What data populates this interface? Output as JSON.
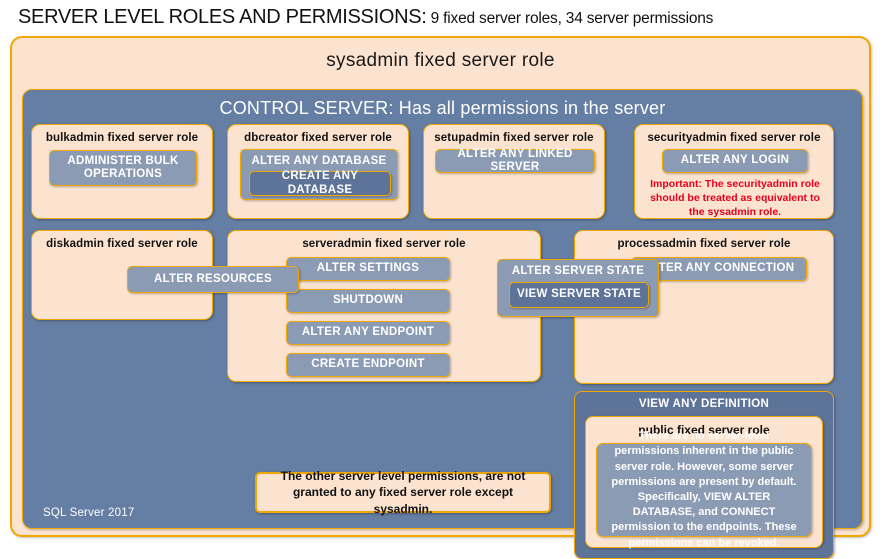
{
  "title": {
    "main": "SERVER LEVEL ROLES AND PERMISSIONS:",
    "sub": " 9 fixed server roles, 34 server permissions"
  },
  "sysadmin": {
    "label": "sysadmin  fixed  server  role"
  },
  "control_server": {
    "label": "CONTROL SERVER: Has all permissions in the server",
    "version": "SQL Server 2017"
  },
  "roles": {
    "bulkadmin": {
      "label": "bulkadmin  fixed server role",
      "permission": "ADMINISTER  BULK OPERATIONS"
    },
    "dbcreator": {
      "label": "dbcreator fixed server role",
      "permission_outer": "ALTER ANY DATABASE",
      "permission_inner": "CREATE  ANY DATABASE"
    },
    "setupadmin": {
      "label": "setupadmin fixed server role",
      "permission": "ALTER ANY LINKED SERVER"
    },
    "securityadmin": {
      "label": "securityadmin  fixed server role",
      "permission": "ALTER ANY LOGIN",
      "note": "Important:  The securityadmin role should  be treated  as equivalent to the  sysadmin role."
    },
    "diskadmin": {
      "label": "diskadmin  fixed server role",
      "permission": "ALTER RESOURCES"
    },
    "serveradmin": {
      "label": "serveradmin  fixed server role",
      "permissions": [
        "ALTER SETTINGS",
        "SHUTDOWN",
        "ALTER ANY ENDPOINT",
        "CREATE  ENDPOINT"
      ]
    },
    "shared_server_state": {
      "permission_outer": "ALTER SERVER  STATE",
      "permission_inner": "VIEW SERVER  STATE"
    },
    "processadmin": {
      "label": "processadmin  fixed server role",
      "permission": "ALTER ANY CONNECTION"
    },
    "public": {
      "view_any_definition": "VIEW ANY DEFINITION",
      "label": "public  fixed server role",
      "note": "There are no server-level permissions inherent in the public server role. However, some server permissions are present by default. Specifically, VIEW ALTER DATABASE, and CONNECT permission to the endpoints. These permissions can be revoked."
    }
  },
  "footnote": {
    "text": "The other server level permissions,  are not granted to any fixed server role except sysadmin."
  },
  "colors": {
    "peach": "#fce3d0",
    "gold_border": "#f0a800",
    "panel_blue": "#657ea3",
    "chip_blue": "#8c9bb4",
    "chip_blue_dark": "#5e7398",
    "alert_red": "#e8001c",
    "text_dark": "#111111"
  }
}
